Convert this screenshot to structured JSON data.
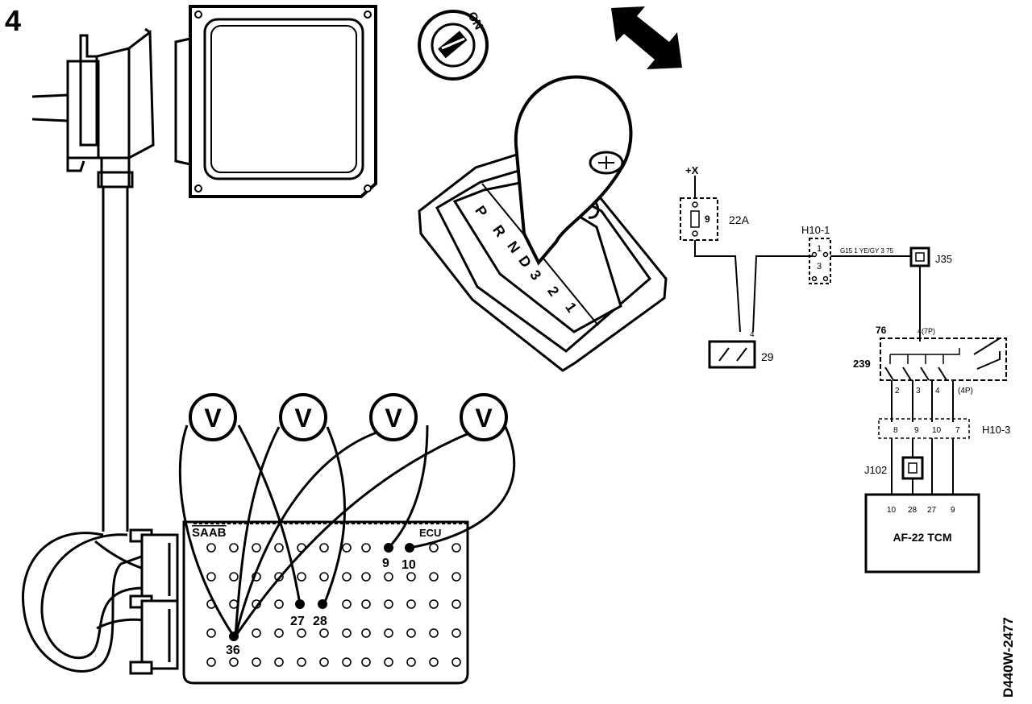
{
  "figure_number": "4",
  "document_code": "D440W-2477",
  "ignition": {
    "on_label": "ON"
  },
  "shifter": {
    "positions": [
      "P",
      "R",
      "N",
      "D",
      "3",
      "2",
      "1"
    ]
  },
  "breakout_box": {
    "brand": "SAAB",
    "corner_label": "ECU",
    "pins": {
      "p9": "9",
      "p10": "10",
      "p27": "27",
      "p28": "28",
      "p36": "36"
    }
  },
  "voltmeters": [
    "V",
    "V",
    "V",
    "V"
  ],
  "schematic": {
    "supply": "+X",
    "fuse": {
      "number": "9",
      "id": "22A"
    },
    "connector_h10_1": {
      "id": "H10-1",
      "pin_a": "1",
      "pin_b": "3"
    },
    "wire_label": "G15 1 YE/GY 3 75",
    "junction_j35": "J35",
    "switch_29": {
      "id": "29",
      "pin": "4"
    },
    "selector_switch": {
      "id": "239",
      "aux_id": "76",
      "top_pin": "4(7P)",
      "pins": [
        "2",
        "3",
        "4",
        "(4P)"
      ]
    },
    "connector_h10_3": {
      "id": "H10-3",
      "pins": [
        "8",
        "9",
        "10",
        "7"
      ]
    },
    "junction_j102": "J102",
    "tcm": {
      "label": "AF-22 TCM",
      "pins": [
        "10",
        "28",
        "27",
        "9"
      ]
    }
  }
}
